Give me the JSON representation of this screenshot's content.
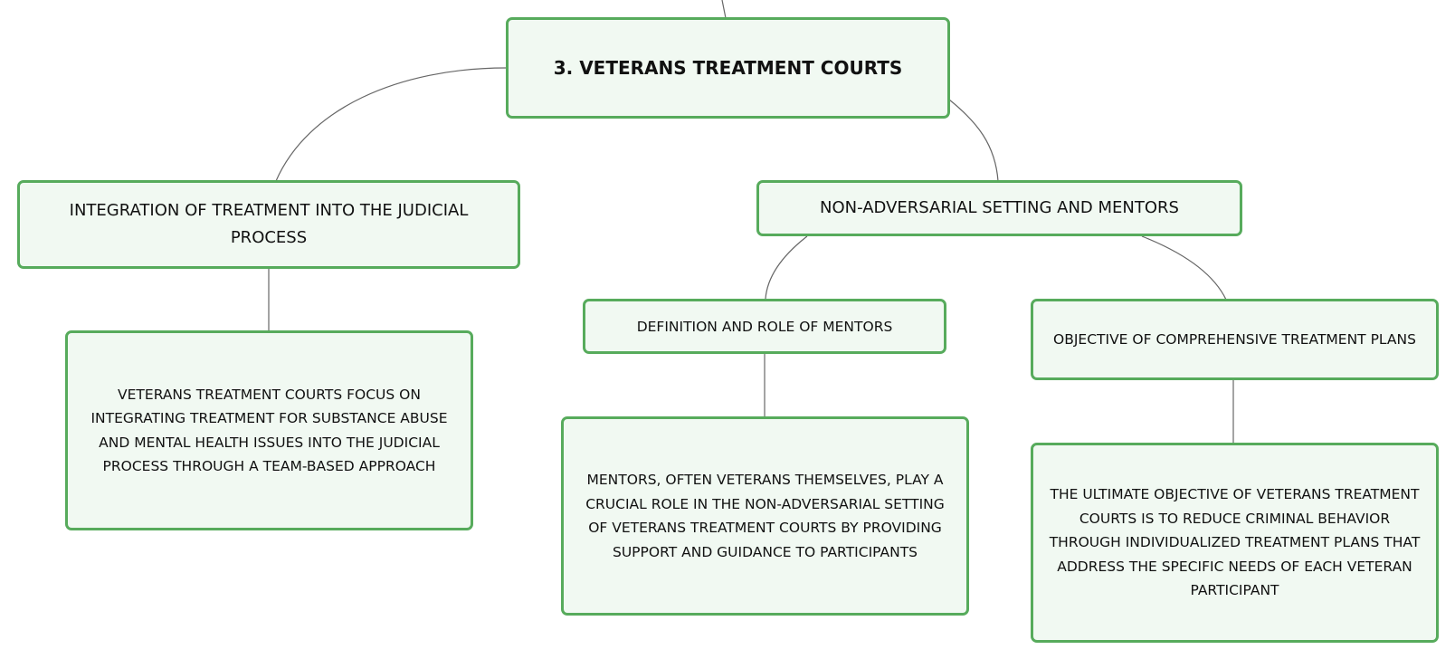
{
  "diagram": {
    "root": {
      "label": "3. VETERANS TREATMENT COURTS"
    },
    "branches": [
      {
        "label": "INTEGRATION OF TREATMENT INTO THE JUDICIAL PROCESS",
        "detail": "VETERANS TREATMENT COURTS FOCUS ON INTEGRATING TREATMENT FOR SUBSTANCE ABUSE AND MENTAL HEALTH ISSUES INTO THE JUDICIAL PROCESS THROUGH A TEAM-BASED APPROACH"
      },
      {
        "label": "NON-ADVERSARIAL SETTING AND MENTORS",
        "children": [
          {
            "label": "DEFINITION AND ROLE OF MENTORS",
            "detail": "MENTORS, OFTEN VETERANS THEMSELVES, PLAY A CRUCIAL ROLE IN THE NON-ADVERSARIAL SETTING OF VETERANS TREATMENT COURTS BY PROVIDING SUPPORT AND GUIDANCE TO PARTICIPANTS"
          },
          {
            "label": "OBJECTIVE OF COMPREHENSIVE TREATMENT PLANS",
            "detail": "THE ULTIMATE OBJECTIVE OF VETERANS TREATMENT COURTS IS TO REDUCE CRIMINAL BEHAVIOR THROUGH INDIVIDUALIZED TREATMENT PLANS THAT ADDRESS THE SPECIFIC NEEDS OF EACH VETERAN PARTICIPANT"
          }
        ]
      }
    ]
  },
  "colors": {
    "node_border": "#57ab5c",
    "node_fill": "#f1f9f2",
    "edge": "#666666",
    "text": "#111111"
  }
}
